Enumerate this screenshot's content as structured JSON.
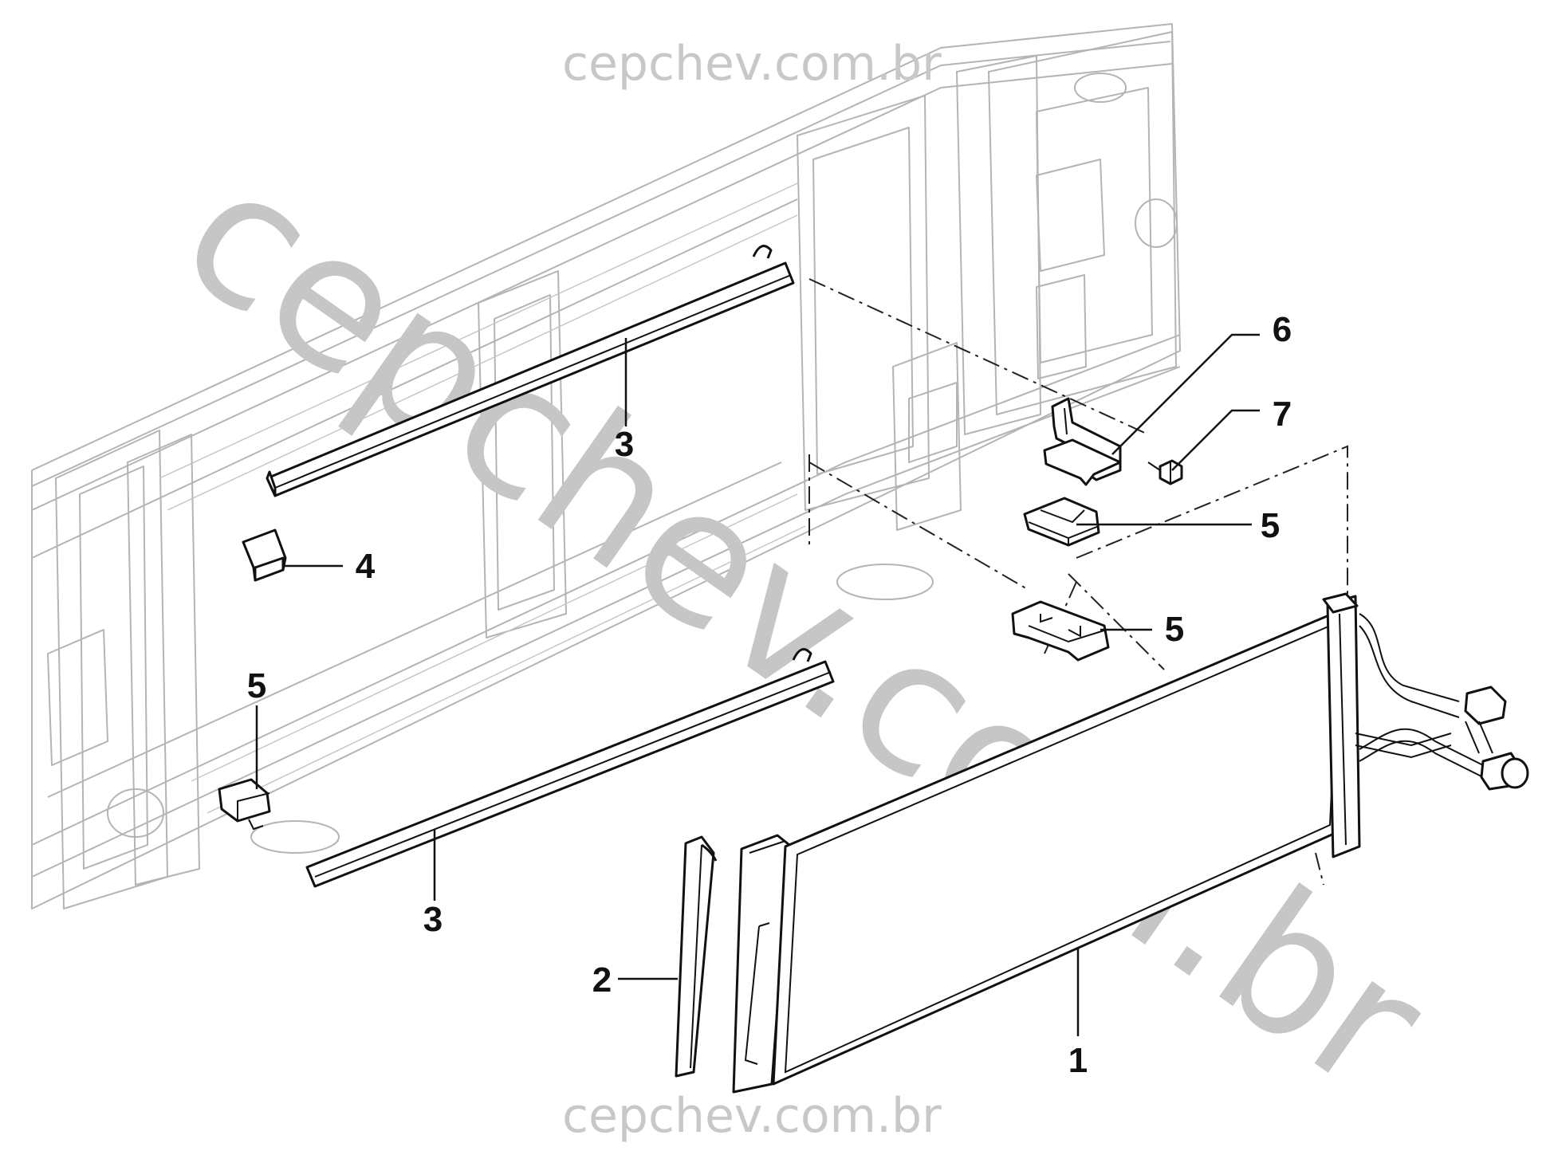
{
  "watermark": {
    "top": "cepchev.com.br",
    "bottom": "cepchev.com.br",
    "diagonal": "cepchev.com.br"
  },
  "callouts": {
    "c1": "1",
    "c2": "2",
    "c3a": "3",
    "c3b": "3",
    "c4": "4",
    "c5a": "5",
    "c5b": "5",
    "c5c": "5",
    "c6": "6",
    "c7": "7"
  },
  "colors": {
    "background": "#ffffff",
    "part_line": "#111111",
    "context_line": "#b4b4b4",
    "watermark": "#c6c6c6"
  }
}
